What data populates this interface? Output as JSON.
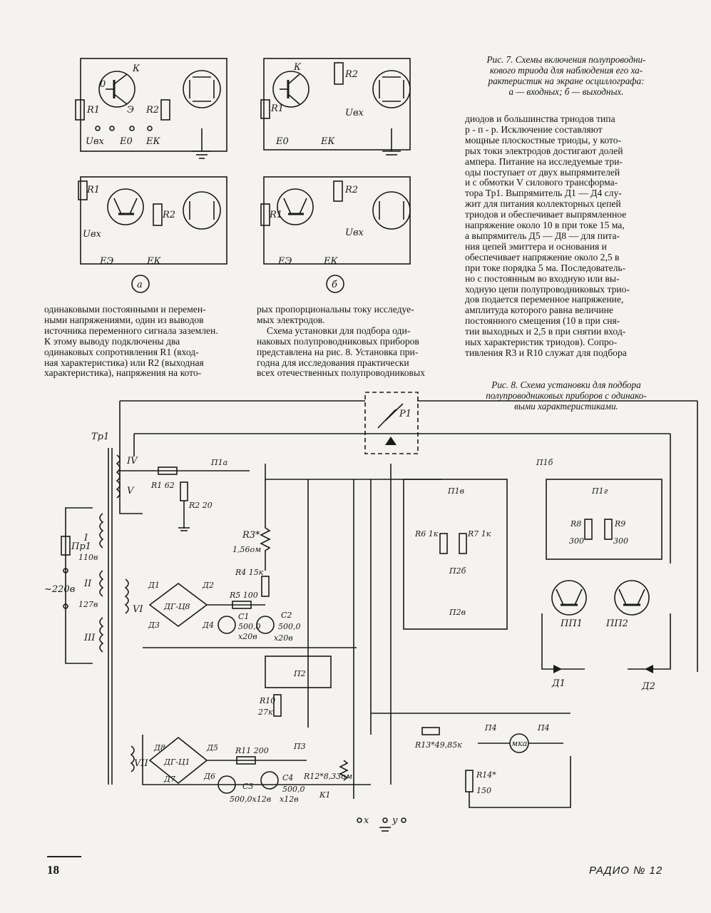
{
  "page": {
    "number": "18",
    "magazine": "РАДИО № 12"
  },
  "fig7": {
    "caption_line1": "Рис. 7. Схемы включения полупроводни-",
    "caption_line2": "кового триода для наблюдения его ха-",
    "caption_line3": "рактеристик на экране осциллографа:",
    "caption_line4": "а — входных; б — выходных.",
    "mark_a": "а",
    "mark_b": "б",
    "labels": {
      "r1": "R1",
      "r2": "R2",
      "k": "К",
      "o": "0",
      "e": "Э",
      "uvx": "Uвх",
      "e0": "E0",
      "ek": "EК",
      "ee": "EЭ"
    }
  },
  "fig8": {
    "caption_line1": "Рис. 8. Схема установки для подбора",
    "caption_line2": "полупроводниковых приборов с одинако-",
    "caption_line3": "выми характеристиками.",
    "labels": {
      "tr1": "Тр1",
      "p1": "Р1",
      "pr1": "Пр1",
      "mains": "~220в",
      "w4": "IV",
      "w5": "V",
      "w1": "I",
      "w2": "II",
      "w3": "III",
      "w6": "VI",
      "w7": "VII",
      "v110": "110в",
      "v127": "127в",
      "r1": "R1 62",
      "r2": "R2 20",
      "r3": "R3*",
      "r3v": "1,56ом",
      "r4": "R4 15к",
      "r5": "R5 100",
      "r6": "R6 1к",
      "r7": "R7 1к",
      "r8": "R8",
      "r8v": "300",
      "r9": "R9",
      "r9v": "300",
      "r10": "R10",
      "r10v": "27к",
      "r11": "R11 200",
      "r12": "R12*8,33ом",
      "r13": "R13*49,85к",
      "r14": "R14*",
      "r14v": "150",
      "c1": "C1",
      "c1v": "500,0",
      "c1u": "х20в",
      "c2": "C2",
      "c2v": "500,0",
      "c2u": "х20в",
      "c3": "C3",
      "c3v": "500,0х12в",
      "c4": "C4",
      "c4v": "500,0",
      "c4u": "х12в",
      "dgts8": "ДГ-Ц8",
      "dgts1": "ДГ-Ц1",
      "d1": "Д1",
      "d2": "Д2",
      "d3": "Д3",
      "d4": "Д4",
      "d5": "Д5",
      "d6": "Д6",
      "d7": "Д7",
      "d8": "Д8",
      "p1a": "П1а",
      "p1b": "П1б",
      "p1v": "П1в",
      "p1g": "П1г",
      "p2": "П2",
      "p2b": "П2б",
      "p2v": "П2в",
      "p3": "П3",
      "p4": "П4",
      "pp1": "ПП1",
      "pp2": "ПП2",
      "k1": "К1",
      "mka": "мка",
      "x": "х",
      "y": "у"
    }
  },
  "text": {
    "col1": [
      "одинаковыми постоянными и перемен-",
      "ными напряжениями, один из выводов",
      "источника переменного сигнала заземлен.",
      "К этому выводу подключены два",
      "одинаковых сопротивления R1 (вход-",
      "ная характеристика) или R2 (выходная",
      "характеристика), напряжения на кото-"
    ],
    "col2_p1": [
      "рых пропорциональны току исследуе-",
      "мых электродов."
    ],
    "col2_p2": [
      "Схема установки для подбора оди-",
      "наковых полупроводниковых приборов",
      "представлена на рис. 8. Установка при-",
      "годна для исследования практически",
      "всех отечественных полупроводниковых"
    ],
    "col3": [
      "диодов и большинства триодов типа",
      "р - п - р. Исключение составляют",
      "мощные плоскостные триоды, у кото-",
      "рых токи электродов достигают долей",
      "ампера. Питание на исследуемые три-",
      "оды поступает от двух выпрямителей",
      "и с обмотки V силового трансформа-",
      "тора Тр1. Выпрямитель Д1 — Д4 слу-",
      "жит для питания коллекторных цепей",
      "триодов и обеспечивает выпрямленное",
      "напряжение около 10 в при токе 15 ма,",
      "а выпрямитель Д5 — Д8 — для пита-",
      "ния цепей эмиттера и основания и",
      "обеспечивает напряжение около 2,5 в",
      "при токе порядка 5 ма. Последователь-",
      "но с постоянным во входную или вы-",
      "ходную цепи полупроводниковых трио-",
      "дов подается переменное напряжение,",
      "амплитуда которого равна величине",
      "постоянного смещения (10 в при сня-",
      "тии выходных и 2,5 в при снятии вход-",
      "ных характеристик триодов). Сопро-",
      "тивления R3 и R10 служат для подбора"
    ]
  }
}
